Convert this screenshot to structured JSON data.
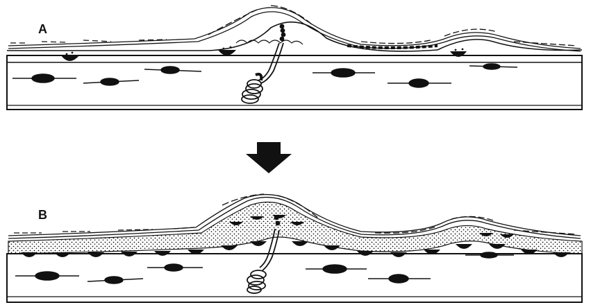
{
  "panels": [
    {
      "id": "A",
      "label": "A"
    },
    {
      "id": "B",
      "label": "B"
    }
  ],
  "arrow": {
    "direction": "down"
  },
  "colors": {
    "ink": "#111111",
    "background": "#ffffff"
  }
}
